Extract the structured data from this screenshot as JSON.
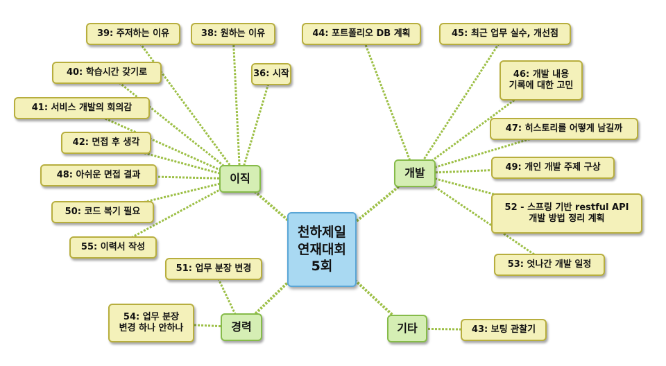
{
  "center": {
    "label": "천하제일\n연재대회\n5회"
  },
  "branches": {
    "ijik": {
      "label": "이직"
    },
    "gaebal": {
      "label": "개발"
    },
    "gyeongryeok": {
      "label": "경력"
    },
    "gita": {
      "label": "기타"
    }
  },
  "leaves": {
    "n39": "39: 주저하는 이유",
    "n38": "38: 원하는 이유",
    "n36": "36: 시작",
    "n40": "40: 학습시간 갖기로",
    "n41": "41: 서비스 개발의 회의감",
    "n42": "42: 면접 후 생각",
    "n48": "48: 아쉬운 면접 결과",
    "n50": "50: 코드 복기 필요",
    "n55": "55: 이력서 작성",
    "n51": "51: 업무 분장 변경",
    "n54": "54: 업무 분장\n변경 하나 안하나",
    "n44": "44: 포트폴리오 DB 계획",
    "n45": "45: 최근 업무 실수, 개선점",
    "n46": "46: 개발 내용\n기록에 대한 고민",
    "n47": "47: 히스토리를 어떻게 남길까",
    "n49": "49: 개인 개발 주제 구상",
    "n52": "52 - 스프링 기반 restful API\n개발 방법 정리 계획",
    "n53": "53: 엇나간 개발 일정",
    "n43": "43: 보팅 관찰기"
  },
  "colors": {
    "link": "#9cbf45",
    "leaf_fill": "#f4f1ba",
    "branch_fill": "#d5eeb4",
    "center_fill": "#a9d9f2"
  }
}
